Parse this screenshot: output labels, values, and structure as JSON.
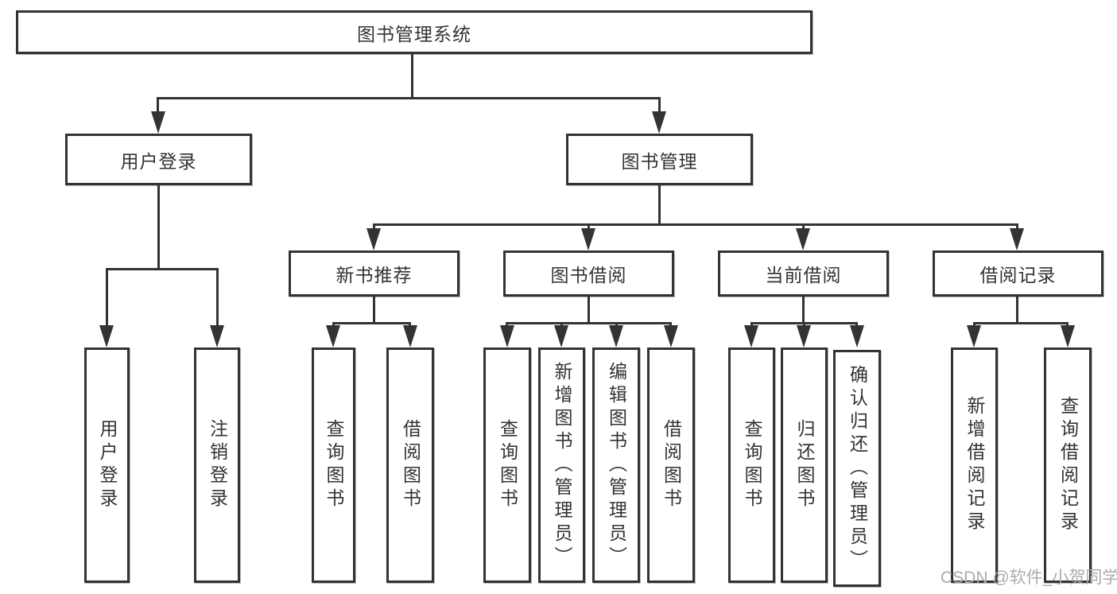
{
  "diagram": {
    "type": "hierarchy-tree",
    "title": "图书管理系统",
    "line_color": "#333333",
    "box_border_color": "#333333",
    "text_color": "#333333",
    "background_color": "#ffffff",
    "watermark": {
      "text": "CSDN @软件_小贺同学",
      "color": "#ababab"
    }
  },
  "nodes": {
    "root": {
      "label": "图书管理系统",
      "children": [
        "用户登录",
        "图书管理"
      ]
    },
    "user_login": {
      "label": "用户登录",
      "children": [
        "用户登录",
        "注销登录"
      ]
    },
    "book_mgmt": {
      "label": "图书管理",
      "children": [
        "新书推荐",
        "图书借阅",
        "当前借阅",
        "借阅记录"
      ]
    },
    "recommend": {
      "label": "新书推荐",
      "children": [
        "查询图书",
        "借阅图书"
      ]
    },
    "borrow": {
      "label": "图书借阅",
      "children": [
        "查询图书",
        "新增图书（管理员）",
        "编辑图书（管理员）",
        "借阅图书"
      ]
    },
    "current": {
      "label": "当前借阅",
      "children": [
        "查询图书",
        "归还图书",
        "确认归还（管理员）"
      ]
    },
    "records": {
      "label": "借阅记录",
      "children": [
        "新增借阅记录",
        "查询借阅记录"
      ]
    },
    "leaf_user_login": {
      "label": "用户登录"
    },
    "leaf_logout": {
      "label": "注销登录"
    },
    "leaf_rec_query": {
      "label": "查询图书"
    },
    "leaf_rec_borrow": {
      "label": "借阅图书"
    },
    "leaf_bor_query": {
      "label": "查询图书"
    },
    "leaf_bor_add": {
      "label": "新增图书（管理员）"
    },
    "leaf_bor_edit": {
      "label": "编辑图书（管理员）"
    },
    "leaf_bor_borrow": {
      "label": "借阅图书"
    },
    "leaf_cur_query": {
      "label": "查询图书"
    },
    "leaf_cur_return": {
      "label": "归还图书"
    },
    "leaf_cur_confirm": {
      "label": "确认归还（管理员）"
    },
    "leaf_rcd_add": {
      "label": "新增借阅记录"
    },
    "leaf_rcd_query": {
      "label": "查询借阅记录"
    }
  }
}
